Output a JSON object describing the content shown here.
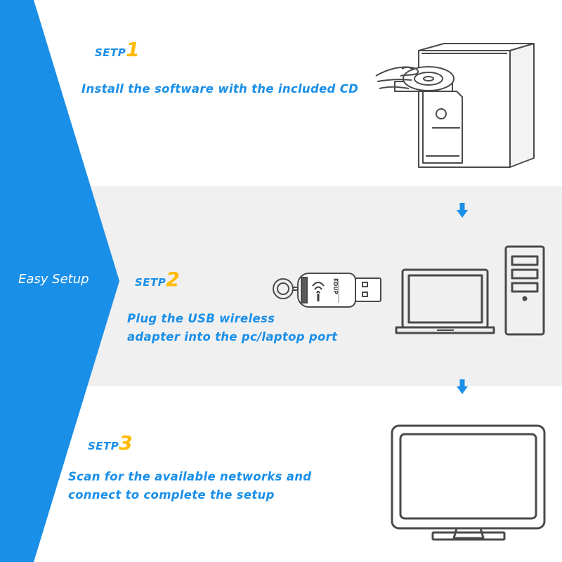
{
  "sidebar": {
    "label": "Easy Setup"
  },
  "steps": [
    {
      "prefix": "SETP",
      "number": "1",
      "description": [
        "Install the software with the included CD"
      ]
    },
    {
      "prefix": "SETP",
      "number": "2",
      "description": [
        "Plug the USB wireless",
        "adapter into the pc/laptop port"
      ]
    },
    {
      "prefix": "SETP",
      "number": "3",
      "description": [
        "Scan for the available networks and",
        "connect to complete the setup"
      ]
    }
  ],
  "adapter": {
    "brand": "EDUP"
  },
  "colors": {
    "accent": "#1a8fe8",
    "number": "#ffba00",
    "band": "#f0f0f0",
    "line": "#4a4a4a"
  },
  "icons": [
    "computer-cd-icon",
    "usb-adapter-icon",
    "laptop-icon",
    "desktop-tower-icon",
    "monitor-icon",
    "down-arrow-icon"
  ]
}
